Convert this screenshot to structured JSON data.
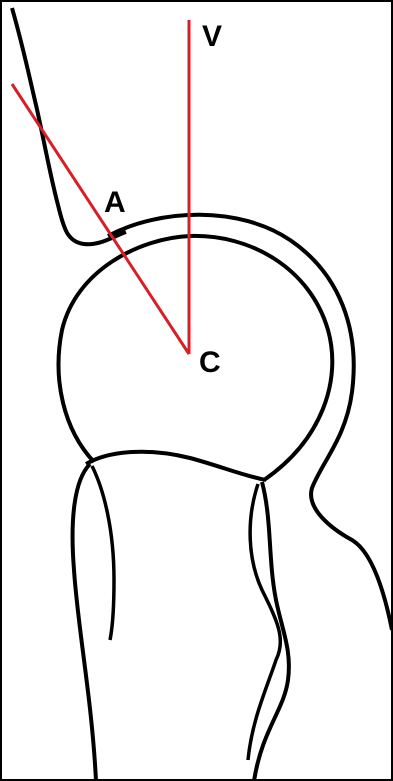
{
  "labels": {
    "v": "V",
    "a": "A",
    "c": "C"
  },
  "colors": {
    "red": "#d61f26",
    "black": "#000000",
    "border": "#000000",
    "background": "#ffffff"
  }
}
